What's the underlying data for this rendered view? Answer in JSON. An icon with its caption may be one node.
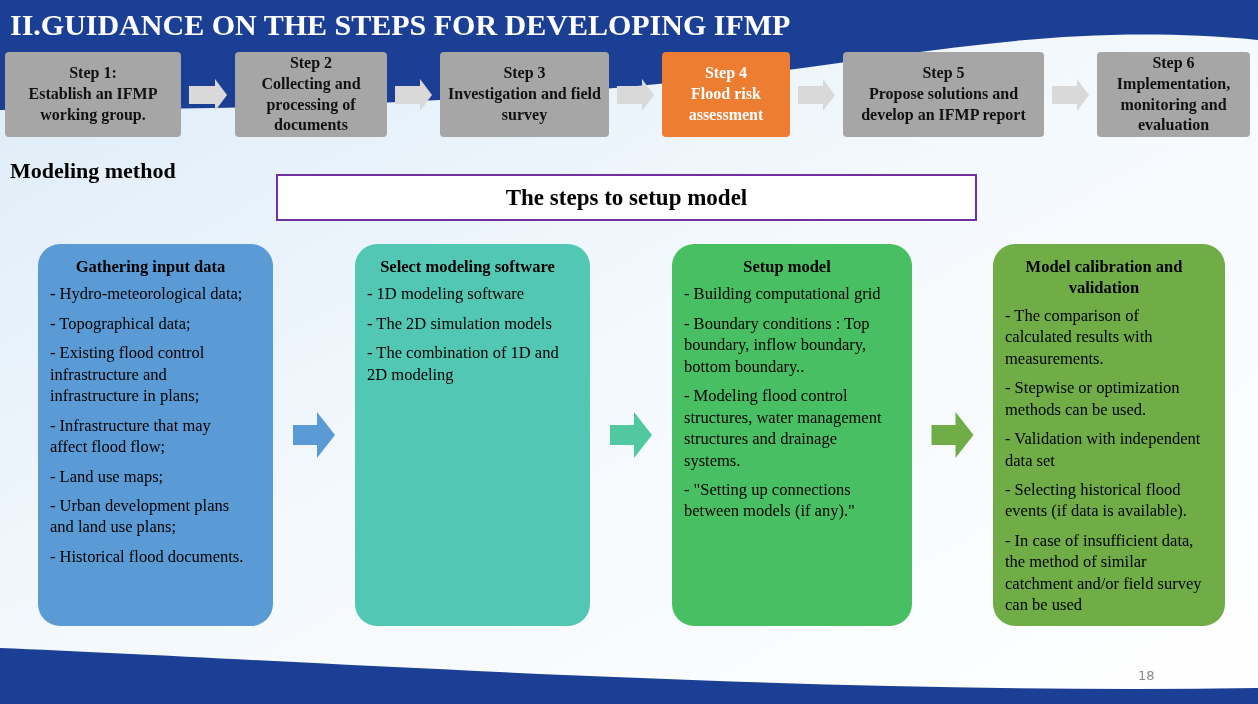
{
  "diagram": {
    "title": "II.GUIDANCE ON THE STEPS FOR DEVELOPING IFMP",
    "nodes": [
      {
        "text": [
          "Step 1:",
          "Establish an IFMP working group."
        ]
      },
      {
        "text": [
          "Step 2",
          "Collecting and processing of documents"
        ]
      },
      {
        "text": [
          "Step 3",
          "Investigation and field survey"
        ]
      },
      {
        "text": [
          "Step 4",
          "Flood risk assessment"
        ]
      },
      {
        "text": [
          "Step 5",
          "Propose solutions and develop an IFMP report"
        ]
      },
      {
        "text": [
          "Step 6",
          "Implementation, monitoring and evaluation"
        ]
      },
      {
        "text": [
          "The steps to setup model"
        ]
      },
      {
        "text": [
          "Gathering input data",
          "- Hydro-meteorological data;",
          "- Topographical data;",
          "- Existing flood control infrastructure and infrastructure in plans;",
          "- Infrastructure that may affect flood flow;",
          "- Land use maps;",
          "- Urban development plans and land use plans;",
          "- Historical flood documents."
        ]
      },
      {
        "text": [
          "Select modeling software",
          "- 1D modeling software",
          "- The 2D simulation models",
          "- The combination of 1D and 2D modeling"
        ]
      },
      {
        "text": [
          "Setup model",
          "- Building computational grid",
          "- Boundary conditions : Top boundary, inflow boundary, bottom boundary..",
          "- Modeling flood control structures, water management structures and drainage systems.",
          "- \"Setting up connections between models (if any).\""
        ]
      },
      {
        "text": [
          "Model calibration and validation",
          "- The comparison of calculated results with measurements.",
          "- Stepwise or optimization methods can be used.",
          "-  Validation with independent data set",
          "- Selecting historical flood events (if data is available).",
          "- In case of insufficient data, the method of similar catchment and/or field survey can be used"
        ]
      }
    ],
    "edges": [
      {
        "from": 0,
        "to": 1,
        "arrow": "to"
      },
      {
        "from": 1,
        "to": 2,
        "arrow": "to"
      },
      {
        "from": 2,
        "to": 3,
        "arrow": "to"
      },
      {
        "from": 3,
        "to": 4,
        "arrow": "to"
      },
      {
        "from": 4,
        "to": 5,
        "arrow": "to"
      },
      {
        "from": 7,
        "to": 8,
        "arrow": "to",
        "color": "#5b9bd5"
      },
      {
        "from": 8,
        "to": 9,
        "arrow": "to",
        "color": "#52c8a0"
      },
      {
        "from": 9,
        "to": 10,
        "arrow": "to",
        "color": "#70ad47"
      }
    ],
    "labels": [
      "Modeling method",
      "18"
    ]
  }
}
